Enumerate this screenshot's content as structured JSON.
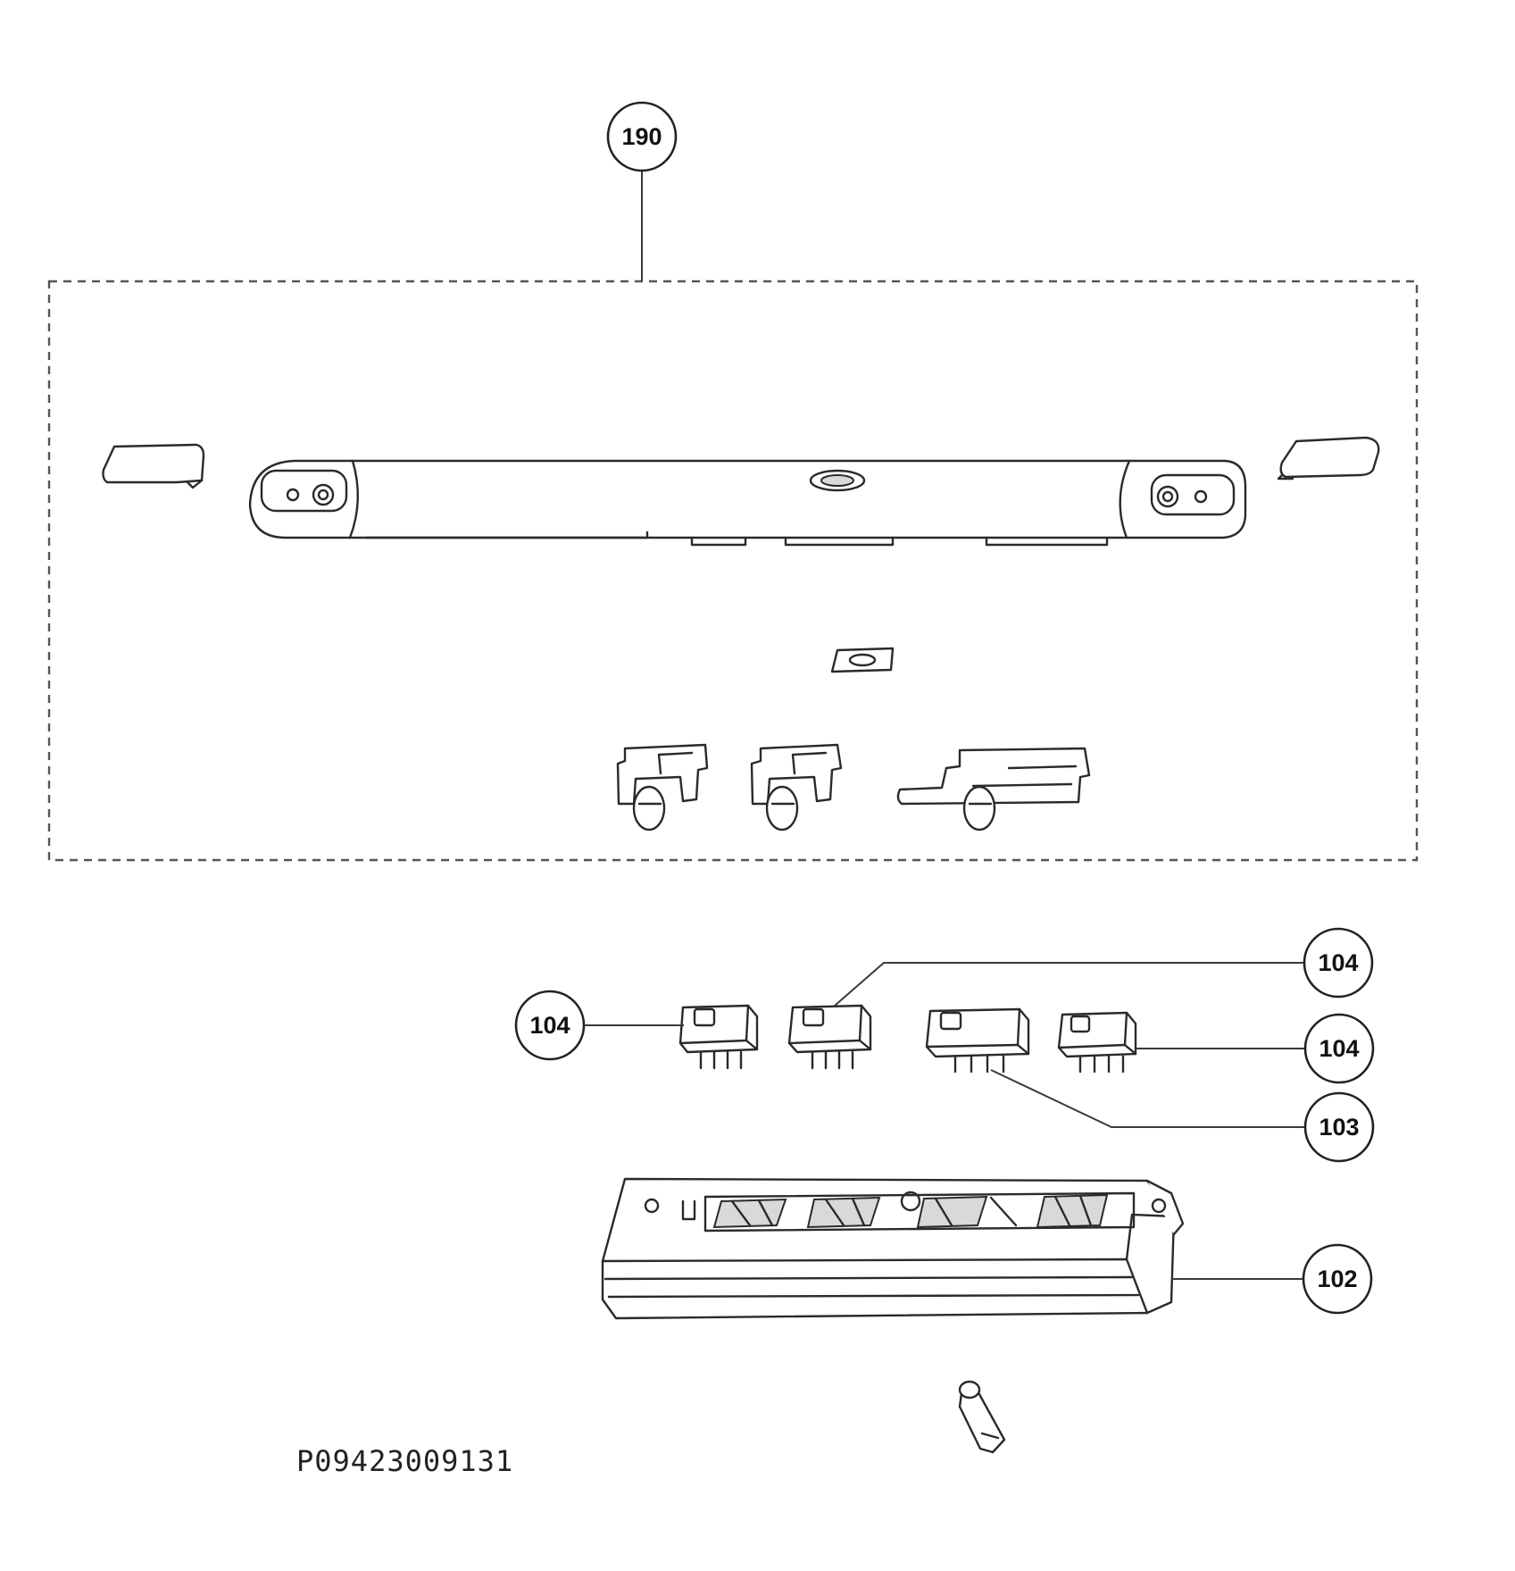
{
  "diagram": {
    "callouts": {
      "assembly": "190",
      "switch_left": "104",
      "switch_second": "104",
      "switch_right": "104",
      "switch_third": "103",
      "housing": "102"
    },
    "document_code": "P09423009131"
  }
}
